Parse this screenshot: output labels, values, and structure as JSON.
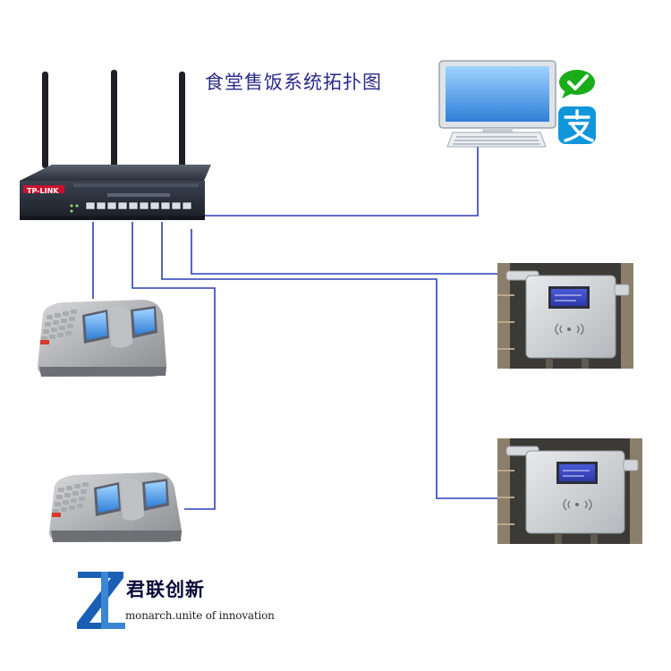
{
  "title": "食堂售饭系统拓扑图",
  "router": {
    "brand": "TP-LINK",
    "icon": "router-icon"
  },
  "computer": {
    "icon": "desktop-computer-icon"
  },
  "payments": [
    {
      "icon": "wechat-pay-icon",
      "color": "#1aad19"
    },
    {
      "icon": "alipay-icon",
      "color": "#1296db"
    }
  ],
  "terminals": [
    {
      "icon": "pos-terminal-icon"
    },
    {
      "icon": "pos-terminal-icon"
    }
  ],
  "wall_readers": [
    {
      "icon": "wall-card-reader-icon"
    },
    {
      "icon": "wall-card-reader-icon"
    }
  ],
  "brand": {
    "name_cn": "君联创新",
    "name_en": "monarch.unite of innovation",
    "logo_color": "#1a5fb4"
  },
  "colors": {
    "connection": "#2b3fb8"
  }
}
